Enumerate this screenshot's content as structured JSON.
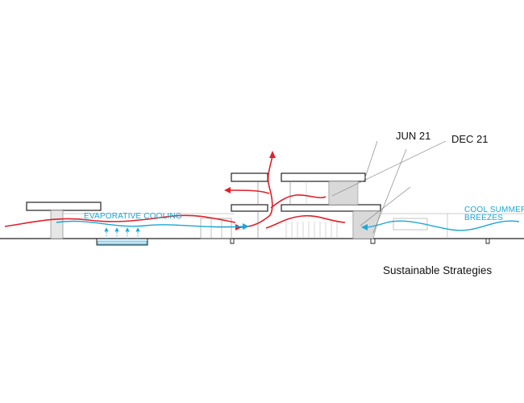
{
  "diagram": {
    "labels": {
      "jun21": "JUN 21",
      "dec21": "DEC 21",
      "evaporative": "EVAPORATIVE COOLING",
      "cool_line1": "COOL SUMMER",
      "cool_line2": "BREEZES",
      "caption": "Sustainable Strategies"
    },
    "colors": {
      "hot_air": "#e0202a",
      "cool_air": "#1aa7d6",
      "building": "#333333",
      "shade": "#d9d9d9",
      "pool_water": "#bfe3f2"
    }
  }
}
